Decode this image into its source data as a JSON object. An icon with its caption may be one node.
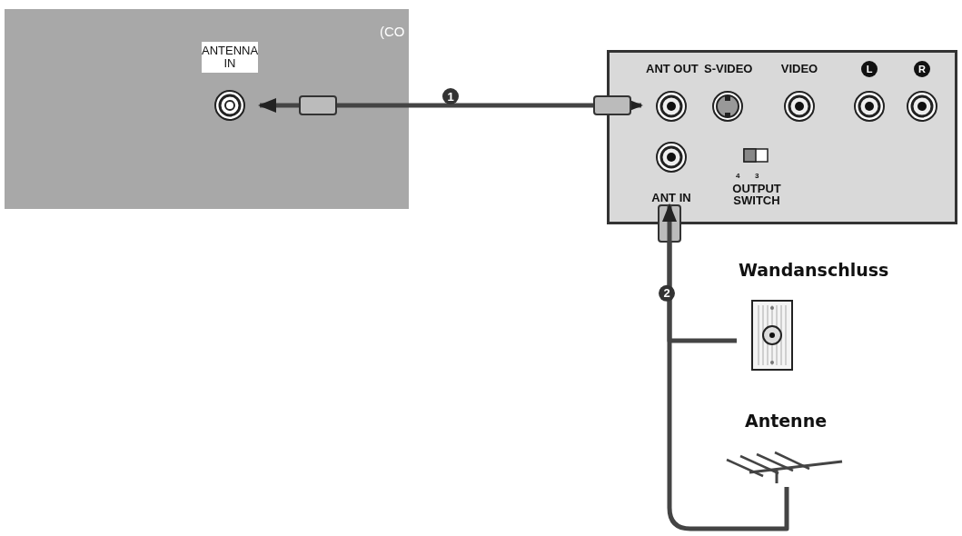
{
  "diagram": {
    "nodes": [
      {
        "text": [],
        "shape": "box"
      },
      {
        "text": [
          "ANTENNA IN"
        ],
        "in": 0
      },
      {
        "text": [],
        "shape": "box"
      },
      {
        "text": [
          "ANT OUT"
        ],
        "in": 2
      },
      {
        "text": [
          "S-VIDEO"
        ],
        "in": 2
      },
      {
        "text": [
          "VIDEO"
        ],
        "in": 2
      },
      {
        "text": [
          "L"
        ],
        "in": 2
      },
      {
        "text": [
          "R"
        ],
        "in": 2
      },
      {
        "text": [
          "ANT IN"
        ],
        "in": 2
      },
      {
        "text": [
          "OUTPUT SWITCH"
        ],
        "in": 2
      },
      {
        "text": [
          "Wandanschluss"
        ]
      },
      {
        "text": [
          "Antenne"
        ]
      }
    ],
    "edges": [
      {
        "from": 3,
        "to": 1,
        "arrow": "both",
        "label": "1"
      },
      {
        "from": 10,
        "to": 8,
        "arrow": "to",
        "label": "2"
      },
      {
        "from": 11,
        "to": 8,
        "arrow": "to"
      }
    ],
    "labels": [
      "(CO",
      "4",
      "3"
    ]
  }
}
